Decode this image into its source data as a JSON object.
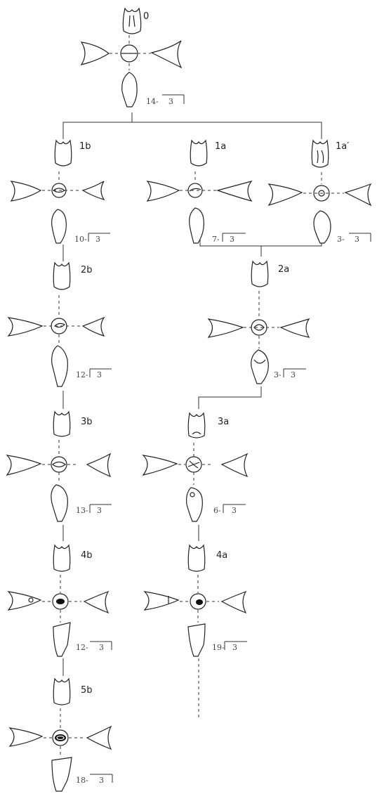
{
  "stages": [
    {
      "id": "0",
      "label": "0",
      "count": "14-",
      "count_value": "3"
    },
    {
      "id": "1b",
      "label": "1b",
      "count": "10-",
      "count_value": "3"
    },
    {
      "id": "1a",
      "label": "1a",
      "count": "7-",
      "count_value": "3"
    },
    {
      "id": "1a2",
      "label": "1a′",
      "count": "3-",
      "count_value": "3"
    },
    {
      "id": "2b",
      "label": "2b",
      "count": "12-",
      "count_value": "3"
    },
    {
      "id": "2a",
      "label": "2a",
      "count": "3-",
      "count_value": "3"
    },
    {
      "id": "3b",
      "label": "3b",
      "count": "13-",
      "count_value": "3"
    },
    {
      "id": "3a",
      "label": "3a",
      "count": "6-",
      "count_value": "3"
    },
    {
      "id": "4b",
      "label": "4b",
      "count": "12-",
      "count_value": "3"
    },
    {
      "id": "4a",
      "label": "4a",
      "count": "19-",
      "count_value": "3"
    },
    {
      "id": "5b",
      "label": "5b",
      "count": "18-",
      "count_value": "3"
    }
  ]
}
